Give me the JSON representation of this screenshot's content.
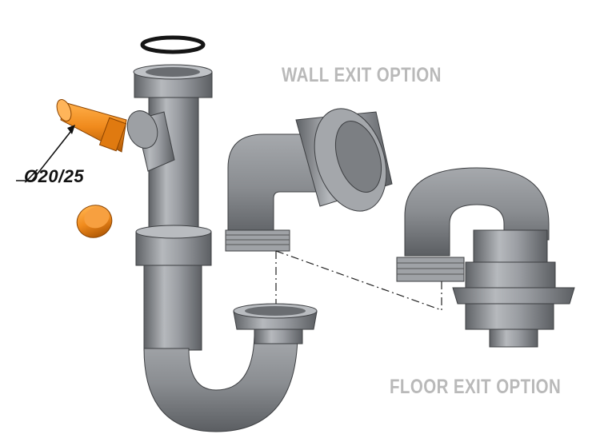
{
  "labels": {
    "wall_exit": "WALL EXIT OPTION",
    "floor_exit": "FLOOR EXIT OPTION",
    "inlet_diameter": "Ø20/25"
  },
  "colors": {
    "pipe_gray": "#8e9196",
    "pipe_dark": "#5f6266",
    "pipe_light": "#c4c7cb",
    "orange_part": "#f08a1c",
    "label_gray": "#b9b9b9",
    "background": "#ffffff"
  },
  "icons": {
    "main_trap": "bottle-trap-with-side-inlet",
    "wall_elbow": "wall-exit-elbow",
    "floor_trap": "floor-exit-u-bend",
    "gasket": "rubber-seal-ring",
    "inlet": "hose-inlet-spigot",
    "cap": "blanking-cap"
  }
}
